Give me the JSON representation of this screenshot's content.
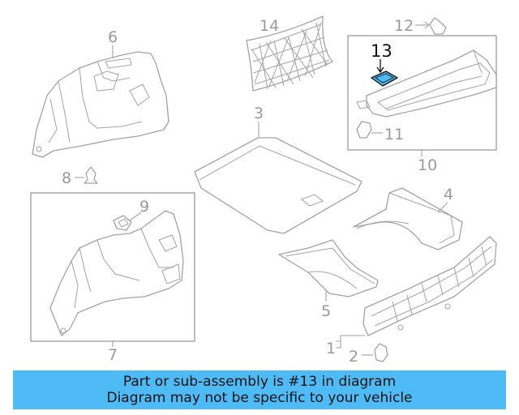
{
  "callouts": {
    "c1": "1",
    "c2": "2",
    "c3": "3",
    "c4": "4",
    "c5": "5",
    "c6": "6",
    "c7": "7",
    "c8": "8",
    "c9": "9",
    "c10": "10",
    "c11": "11",
    "c12": "12",
    "c13": "13",
    "c14": "14"
  },
  "highlighted_part": "13",
  "colors": {
    "banner": "#4fbbf6",
    "highlight_part": "#4fbbf6",
    "line_art": "#a3a3a3",
    "highlight_label": "#111111"
  },
  "banner": {
    "line1": "Part or sub-assembly is #13 in diagram",
    "line2": "Diagram may not be specific to your vehicle"
  }
}
